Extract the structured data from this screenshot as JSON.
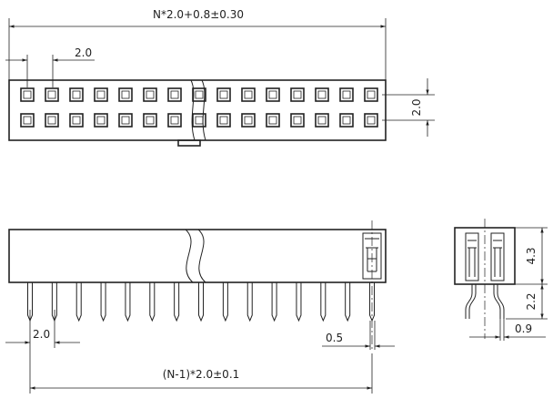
{
  "dimensions": {
    "overall_length": "N*2.0+0.8±0.30",
    "pitch_top": "2.0",
    "row_pitch": "2.0",
    "pitch_bottom": "2.0",
    "pin_width": "0.5",
    "pin_span": "(N-1)*2.0±0.1",
    "side_height": "4.3",
    "side_tail": "2.2",
    "side_pin": "0.9"
  }
}
